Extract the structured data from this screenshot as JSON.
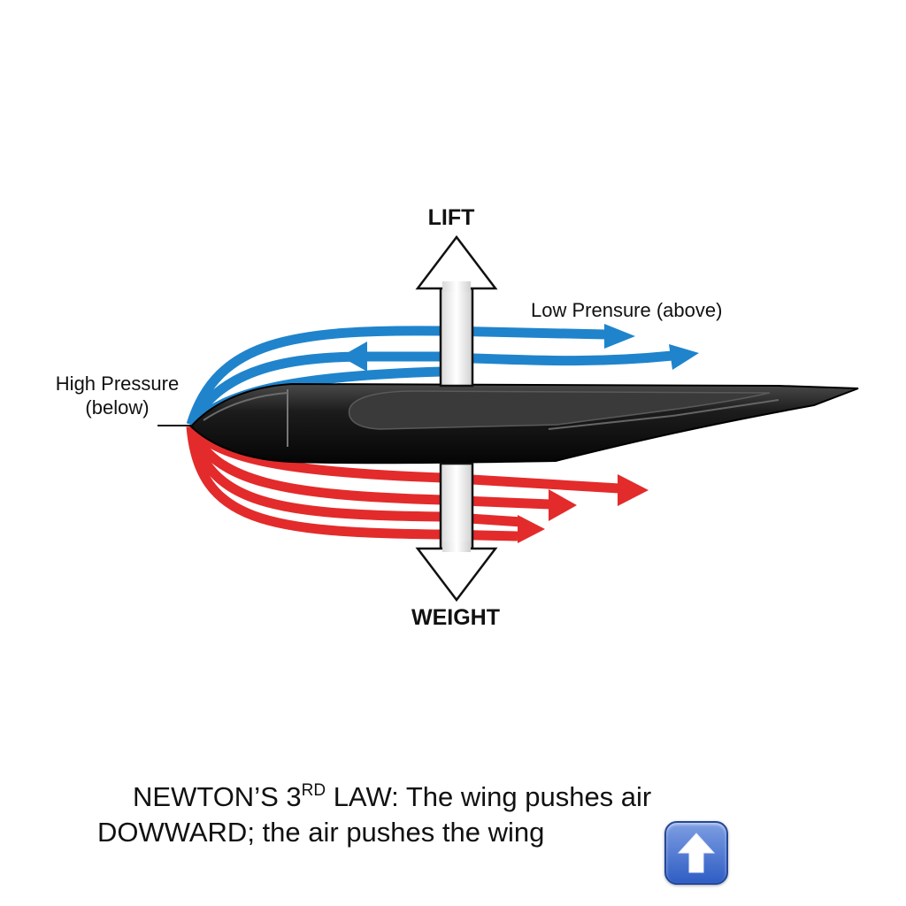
{
  "labels": {
    "lift": "LIFT",
    "weight": "WEIGHT",
    "low_pressure": "Low Prensure (above)",
    "high_pressure_line1": "High Pressure",
    "high_pressure_line2": "(below)"
  },
  "caption": {
    "line1_prefix": "NEWTON’S 3",
    "line1_sup": "RD",
    "line1_suffix": " LAW: The wing pushes air",
    "line2": "DOWWARD; the air pushes the wing"
  },
  "icons": {
    "up_button": "up-arrow-icon"
  },
  "colors": {
    "airflow_above": "#1f84cc",
    "airflow_below": "#e32b2b",
    "wing": "#111111",
    "force_arrow": "#ffffff",
    "button": "#3d67c9"
  }
}
